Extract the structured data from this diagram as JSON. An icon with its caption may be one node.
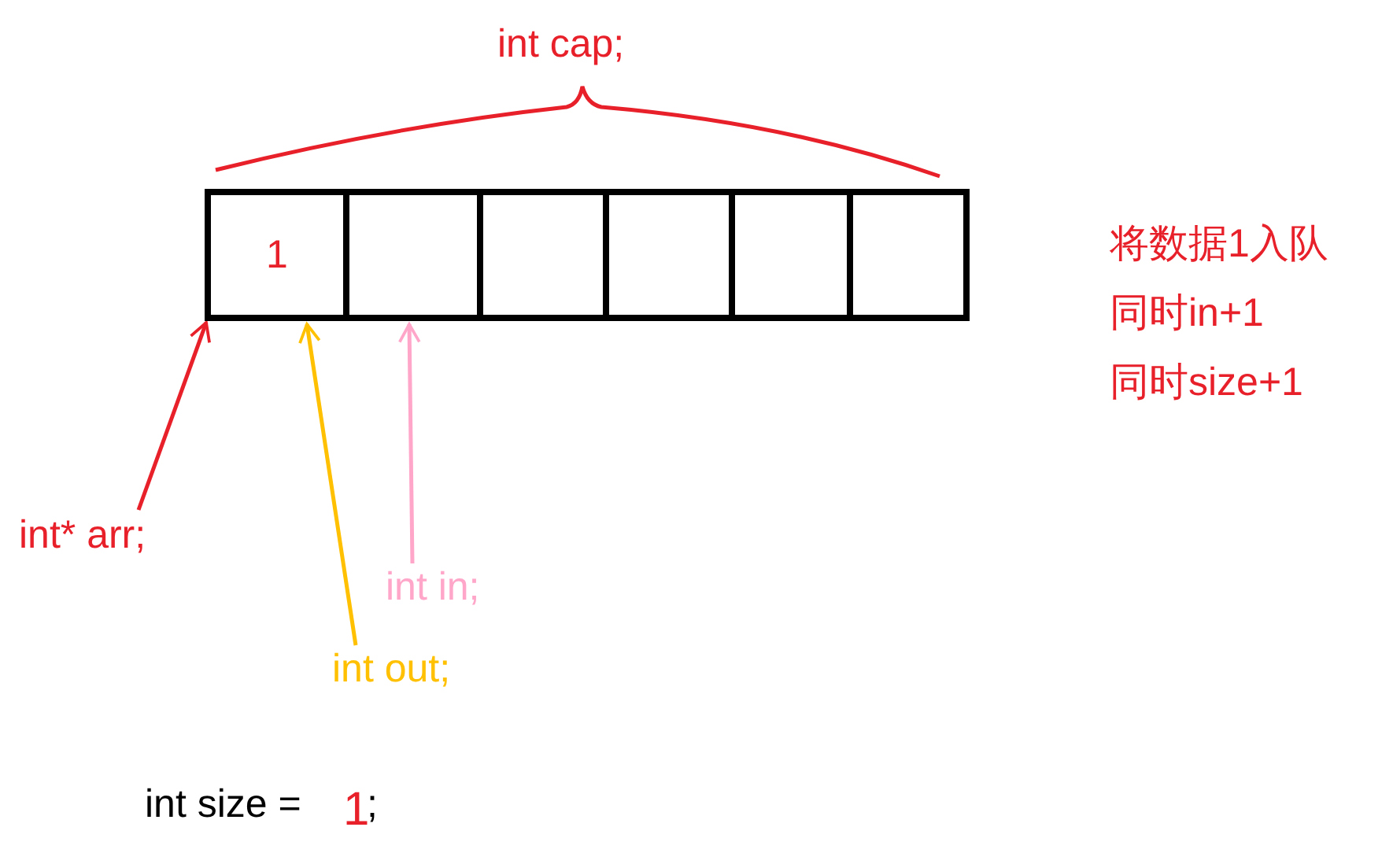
{
  "diagram": {
    "nodes": [
      {
        "text": [
          "1"
        ]
      },
      {
        "text": [],
        "shape": "box"
      },
      {
        "text": [],
        "shape": "box"
      },
      {
        "text": [],
        "shape": "box"
      },
      {
        "text": [],
        "shape": "box"
      },
      {
        "text": [],
        "shape": "box"
      },
      {
        "text": [
          "int* arr;"
        ]
      },
      {
        "text": [
          "int in;"
        ]
      },
      {
        "text": [
          "int out;"
        ]
      }
    ],
    "edges": [
      {
        "from": 6,
        "to": 0,
        "arrow": "to",
        "color": "#e8202a"
      },
      {
        "from": 7,
        "to": 1,
        "arrow": "to",
        "color": "#ffa6c9"
      },
      {
        "from": 8,
        "to": 0,
        "arrow": "to",
        "color": "#ffc000"
      }
    ],
    "labels": [
      "int cap;",
      "将数据1入队",
      "同时in+1",
      "同时size+1",
      "int size =",
      "1",
      ";"
    ]
  }
}
